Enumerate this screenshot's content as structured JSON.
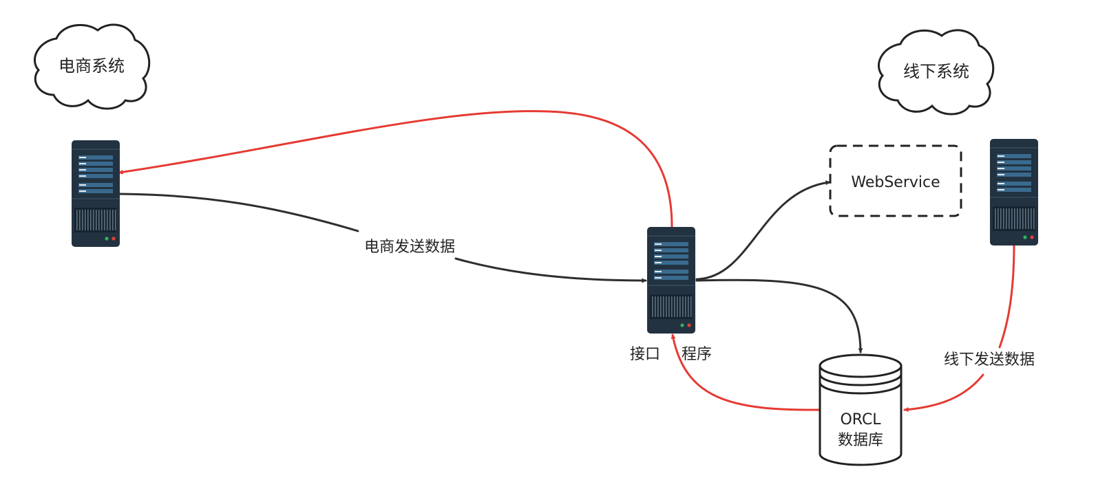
{
  "colors": {
    "red_edge": "#e53a32",
    "black_edge": "#2e2e2e",
    "server_body": "#223240",
    "server_panel": "#3a6a8e",
    "server_led_green": "#2fb45a",
    "server_led_red": "#e0403a"
  },
  "icons": {
    "cloud": "cloud-icon",
    "server": "server-icon",
    "database": "database-cylinder-icon"
  },
  "nodes": {
    "ecommerce_cloud": {
      "label": "电商系统"
    },
    "offline_cloud": {
      "label": "线下系统"
    },
    "interface_server": {
      "label_left": "接口",
      "label_right": "程序"
    },
    "webservice": {
      "label": "WebService"
    },
    "database": {
      "line1": "ORCL",
      "line2": "数据库"
    }
  },
  "edges": {
    "ecommerce_send": {
      "label": "电商发送数据"
    },
    "offline_send": {
      "label": "线下发送数据"
    }
  }
}
